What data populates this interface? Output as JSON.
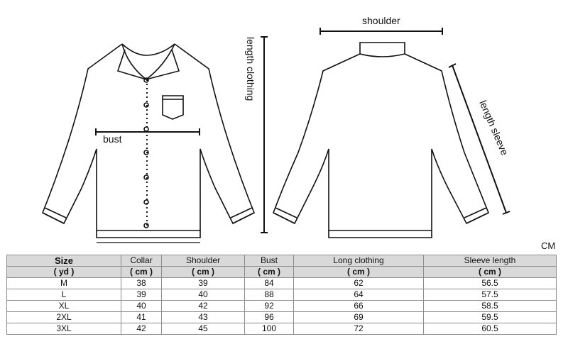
{
  "labels": {
    "shoulder": "shoulder",
    "length_clothing": "length clothing",
    "length_sleeve": "length sleeve",
    "bust": "bust",
    "unit": "CM"
  },
  "table": {
    "headers": [
      "Size",
      "Collar",
      "Shoulder",
      "Bust",
      "Long clothing",
      "Sleeve length"
    ],
    "units": [
      "( yd )",
      "( cm )",
      "( cm )",
      "( cm )",
      "( cm )",
      "( cm )"
    ],
    "rows": [
      [
        "M",
        "38",
        "39",
        "84",
        "62",
        "56.5"
      ],
      [
        "L",
        "39",
        "40",
        "88",
        "64",
        "57.5"
      ],
      [
        "XL",
        "40",
        "42",
        "92",
        "66",
        "58.5"
      ],
      [
        "2XL",
        "41",
        "43",
        "96",
        "69",
        "59.5"
      ],
      [
        "3XL",
        "42",
        "45",
        "100",
        "72",
        "60.5"
      ]
    ]
  }
}
